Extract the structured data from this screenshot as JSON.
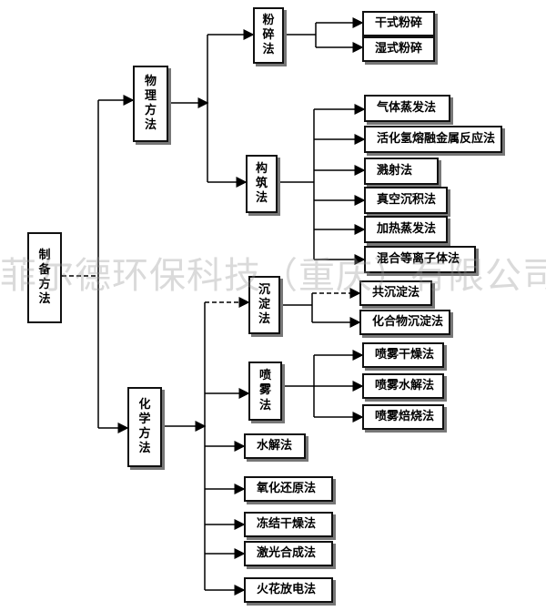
{
  "root": "制备方法",
  "branches": {
    "physical": "物理方法",
    "chemical": "化学方法"
  },
  "physical_groups": {
    "grinding": "粉碎法",
    "construction": "构筑法"
  },
  "grinding_items": [
    "干式粉碎",
    "湿式粉碎"
  ],
  "construction_items": [
    "气体蒸发法",
    "活化氢熔融金属反应法",
    "溅射法",
    "真空沉积法",
    "加热蒸发法",
    "混合等离子体法"
  ],
  "chemical_groups": {
    "precipitation": "沉淀法",
    "spray": "喷雾法"
  },
  "precipitation_items": [
    "共沉淀法",
    "化合物沉淀法"
  ],
  "spray_items": [
    "喷雾干燥法",
    "喷雾水解法",
    "喷雾焙烧法"
  ],
  "chemical_items": [
    "水解法",
    "氧化还原法",
    "冻结干燥法",
    "激光合成法",
    "火花放电法"
  ],
  "watermark": "菲尔德环保科技（重庆）有限公司"
}
